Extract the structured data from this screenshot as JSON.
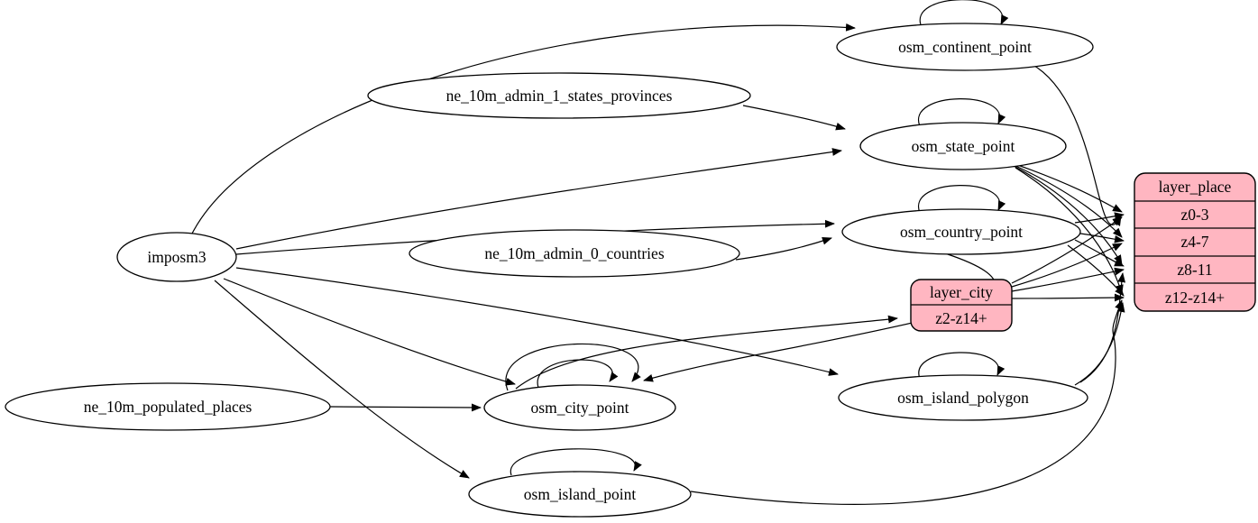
{
  "diagram": {
    "type": "graphviz-data-flow",
    "background_color": "#ffffff",
    "edge_color": "#000000",
    "record_fill_color": "#ffb6c1",
    "node_fill_color": "#ffffff"
  },
  "nodes": {
    "imposm3": {
      "label": "imposm3",
      "shape": "ellipse"
    },
    "ne_10m_admin_1_states_provinces": {
      "label": "ne_10m_admin_1_states_provinces",
      "shape": "ellipse"
    },
    "ne_10m_admin_0_countries": {
      "label": "ne_10m_admin_0_countries",
      "shape": "ellipse"
    },
    "ne_10m_populated_places": {
      "label": "ne_10m_populated_places",
      "shape": "ellipse"
    },
    "osm_continent_point": {
      "label": "osm_continent_point",
      "shape": "ellipse"
    },
    "osm_state_point": {
      "label": "osm_state_point",
      "shape": "ellipse"
    },
    "osm_country_point": {
      "label": "osm_country_point",
      "shape": "ellipse"
    },
    "osm_city_point": {
      "label": "osm_city_point",
      "shape": "ellipse"
    },
    "osm_island_polygon": {
      "label": "osm_island_polygon",
      "shape": "ellipse"
    },
    "osm_island_point": {
      "label": "osm_island_point",
      "shape": "ellipse"
    },
    "layer_city": {
      "label": "layer_city",
      "shape": "record",
      "rows": [
        "z2-z14+"
      ]
    },
    "layer_place": {
      "label": "layer_place",
      "shape": "record",
      "rows": [
        "z0-3",
        "z4-7",
        "z8-11",
        "z12-z14+"
      ]
    }
  },
  "edges": [
    {
      "from": "imposm3",
      "to": "osm_continent_point"
    },
    {
      "from": "imposm3",
      "to": "osm_state_point"
    },
    {
      "from": "imposm3",
      "to": "osm_country_point"
    },
    {
      "from": "imposm3",
      "to": "osm_city_point"
    },
    {
      "from": "imposm3",
      "to": "osm_island_polygon"
    },
    {
      "from": "imposm3",
      "to": "osm_island_point"
    },
    {
      "from": "ne_10m_admin_1_states_provinces",
      "to": "osm_state_point"
    },
    {
      "from": "ne_10m_admin_0_countries",
      "to": "osm_country_point"
    },
    {
      "from": "ne_10m_populated_places",
      "to": "osm_city_point"
    },
    {
      "from": "osm_continent_point",
      "to": "osm_continent_point",
      "self_loop": true
    },
    {
      "from": "osm_state_point",
      "to": "osm_state_point",
      "self_loop": true
    },
    {
      "from": "osm_country_point",
      "to": "osm_country_point",
      "self_loop": true
    },
    {
      "from": "osm_city_point",
      "to": "osm_city_point",
      "self_loop": true
    },
    {
      "from": "osm_city_point",
      "to": "osm_city_point",
      "self_loop": true
    },
    {
      "from": "osm_island_polygon",
      "to": "osm_island_polygon",
      "self_loop": true
    },
    {
      "from": "osm_island_point",
      "to": "osm_island_point",
      "self_loop": true
    },
    {
      "from": "osm_country_point",
      "to": "osm_city_point"
    },
    {
      "from": "osm_city_point",
      "to": "layer_city",
      "to_port": "z2-z14+"
    },
    {
      "from": "osm_continent_point",
      "to": "layer_place",
      "to_port": "z0-3"
    },
    {
      "from": "osm_state_point",
      "to": "layer_place",
      "to_port": "z0-3"
    },
    {
      "from": "osm_state_point",
      "to": "layer_place",
      "to_port": "z4-7"
    },
    {
      "from": "osm_state_point",
      "to": "layer_place",
      "to_port": "z8-11"
    },
    {
      "from": "osm_state_point",
      "to": "layer_place",
      "to_port": "z12-z14+"
    },
    {
      "from": "osm_country_point",
      "to": "layer_place",
      "to_port": "z0-3"
    },
    {
      "from": "osm_country_point",
      "to": "layer_place",
      "to_port": "z4-7"
    },
    {
      "from": "osm_country_point",
      "to": "layer_place",
      "to_port": "z8-11"
    },
    {
      "from": "osm_country_point",
      "to": "layer_place",
      "to_port": "z12-z14+"
    },
    {
      "from": "layer_city",
      "to": "layer_place",
      "to_port": "z0-3"
    },
    {
      "from": "layer_city",
      "to": "layer_place",
      "to_port": "z4-7"
    },
    {
      "from": "layer_city",
      "to": "layer_place",
      "to_port": "z8-11"
    },
    {
      "from": "layer_city",
      "to": "layer_place",
      "to_port": "z12-z14+"
    },
    {
      "from": "osm_island_polygon",
      "to": "layer_place",
      "to_port": "z8-11"
    },
    {
      "from": "osm_island_polygon",
      "to": "layer_place",
      "to_port": "z12-z14+"
    },
    {
      "from": "osm_island_point",
      "to": "layer_place",
      "to_port": "z12-z14+"
    }
  ]
}
